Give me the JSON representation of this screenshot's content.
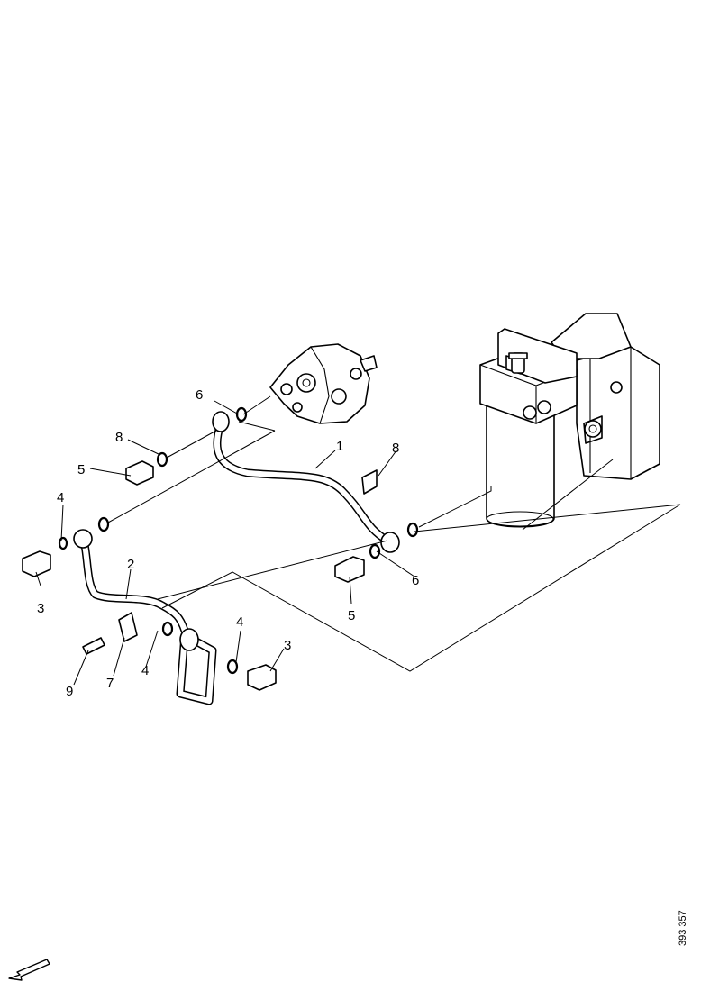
{
  "callouts": [
    {
      "label": "1"
    },
    {
      "label": "2"
    },
    {
      "label": "3"
    },
    {
      "label": "3"
    },
    {
      "label": "4"
    },
    {
      "label": "4"
    },
    {
      "label": "4"
    },
    {
      "label": "5"
    },
    {
      "label": "5"
    },
    {
      "label": "6"
    },
    {
      "label": "6"
    },
    {
      "label": "8"
    },
    {
      "label": "8"
    },
    {
      "label": "7"
    },
    {
      "label": "9"
    }
  ],
  "reference_code": "393 357"
}
